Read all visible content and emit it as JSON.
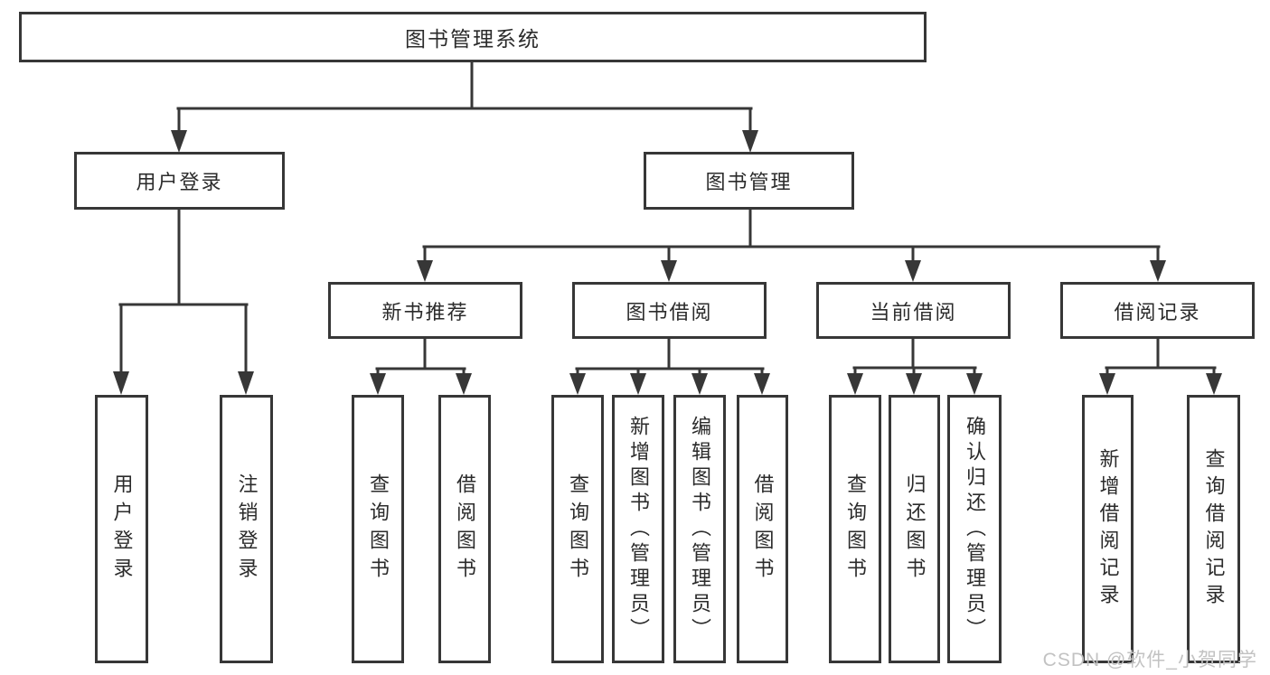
{
  "diagram_title": "图书管理系统",
  "watermark": "CSDN @软件_小贺同学",
  "colors": {
    "line": "#373737",
    "text": "#2b2b2b",
    "watermark": "#c2c2c2",
    "background": "#ffffff"
  },
  "tree": {
    "label": "图书管理系统",
    "children": [
      {
        "label": "用户登录",
        "children": [
          {
            "label": "用户登录"
          },
          {
            "label": "注销登录"
          }
        ]
      },
      {
        "label": "图书管理",
        "children": [
          {
            "label": "新书推荐",
            "children": [
              {
                "label": "查询图书"
              },
              {
                "label": "借阅图书"
              }
            ]
          },
          {
            "label": "图书借阅",
            "children": [
              {
                "label": "查询图书"
              },
              {
                "label": "新增图书（管理员）"
              },
              {
                "label": "编辑图书（管理员）"
              },
              {
                "label": "借阅图书"
              }
            ]
          },
          {
            "label": "当前借阅",
            "children": [
              {
                "label": "查询图书"
              },
              {
                "label": "归还图书"
              },
              {
                "label": "确认归还（管理员）"
              }
            ]
          },
          {
            "label": "借阅记录",
            "children": [
              {
                "label": "新增借阅记录"
              },
              {
                "label": "查询借阅记录"
              }
            ]
          }
        ]
      }
    ]
  }
}
